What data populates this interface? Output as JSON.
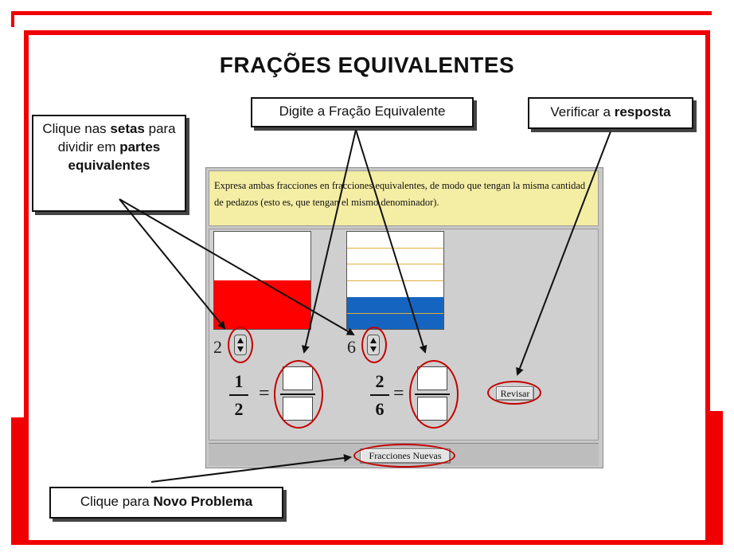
{
  "title": "FRAÇÕES EQUIVALENTES",
  "callouts": {
    "arrows": {
      "text1": "Clique nas ",
      "bold1": "setas",
      "text2": " para dividir em ",
      "bold2": "partes equivalentes"
    },
    "type": {
      "text": "Digite a Fração Equivalente"
    },
    "verify": {
      "text": "Verificar a ",
      "bold": "resposta"
    },
    "new": {
      "text": "Clique para ",
      "bold": "Novo Problema"
    }
  },
  "applet": {
    "instructions": "Expresa ambas fracciones en fracciones equivalentes, de modo que tengan la misma cantidad de pedazos (esto es, que tengan el mismo denominador).",
    "left": {
      "parts": "2",
      "numerator": "1",
      "denominator": "2",
      "color": "#ff0000",
      "filled_parts": 1,
      "total_parts": 2
    },
    "right": {
      "parts": "6",
      "numerator": "2",
      "denominator": "6",
      "color": "#1565c0",
      "filled_parts": 2,
      "total_parts": 6
    },
    "equals": "=",
    "check_button": "Revisar",
    "new_button": "Fracciones Nuevas"
  },
  "colors": {
    "frame": "#f00000",
    "highlight": "#c40000",
    "instructions_bg": "#f4eda4"
  }
}
